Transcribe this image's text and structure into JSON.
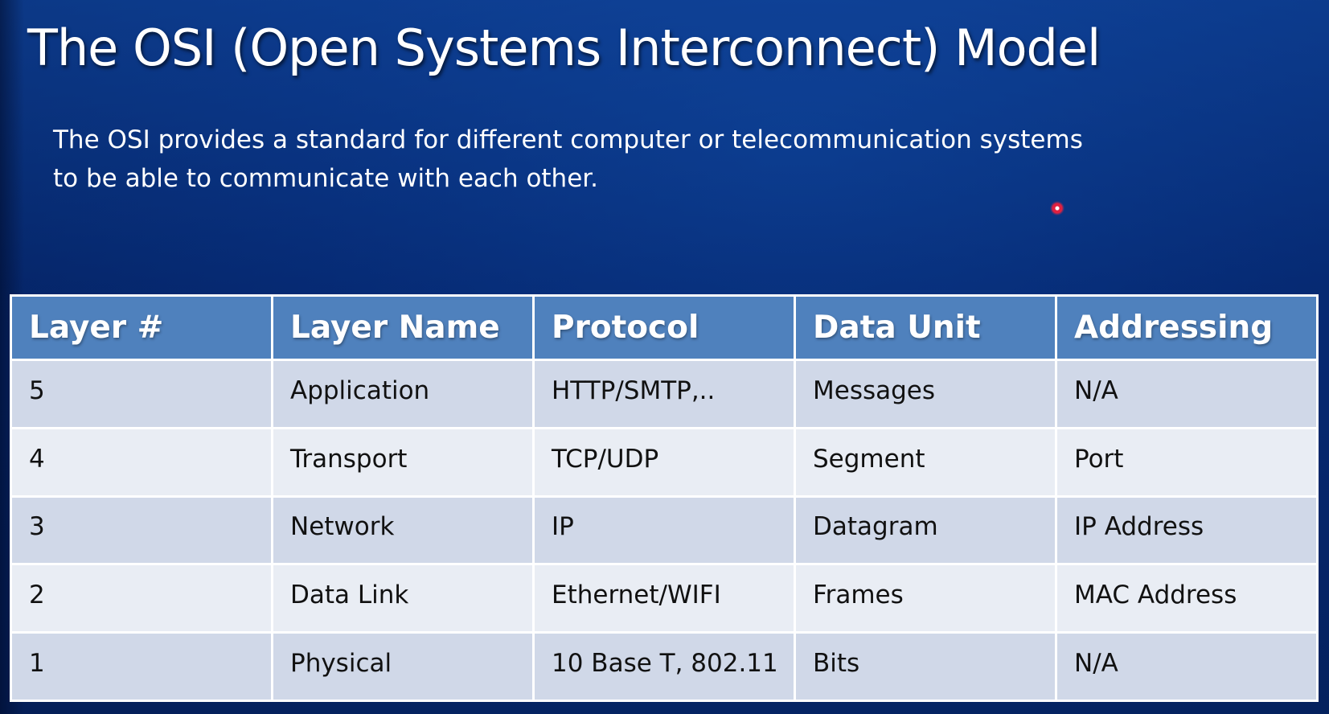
{
  "slide": {
    "title": "The OSI (Open Systems Interconnect) Model",
    "subtitle_line1": "The OSI provides a standard for different computer or telecommunication systems",
    "subtitle_line2": "to be able to communicate with each other."
  },
  "colors": {
    "background": "#062d78",
    "header_fill": "#4f81bd",
    "row_odd": "#d0d8e8",
    "row_even": "#e9edf4",
    "pointer": "#e02040"
  },
  "table": {
    "headers": [
      "Layer #",
      "Layer Name",
      "Protocol",
      "Data Unit",
      "Addressing"
    ],
    "rows": [
      [
        "5",
        "Application",
        "HTTP/SMTP,..",
        "Messages",
        "N/A"
      ],
      [
        "4",
        "Transport",
        "TCP/UDP",
        "Segment",
        "Port"
      ],
      [
        "3",
        "Network",
        "IP",
        "Datagram",
        "IP Address"
      ],
      [
        "2",
        "Data Link",
        "Ethernet/WIFI",
        "Frames",
        "MAC Address"
      ],
      [
        "1",
        "Physical",
        "10 Base T, 802.11",
        "Bits",
        "N/A"
      ]
    ]
  }
}
